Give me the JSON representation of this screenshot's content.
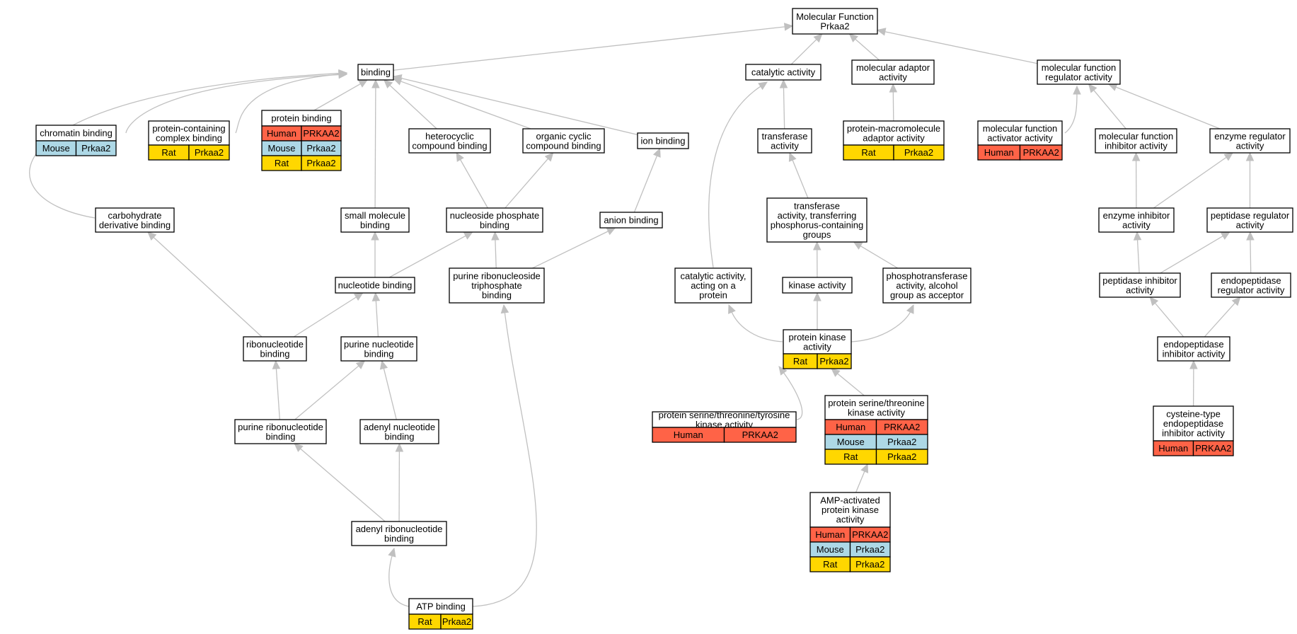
{
  "title": "Molecular Function Prkaa2",
  "species_colors": {
    "Human": "#ff6347",
    "Mouse": "#add8e6",
    "Rat": "#ffd700"
  },
  "nodes": {
    "root": {
      "lines": [
        "Molecular Function",
        "Prkaa2"
      ],
      "rows": []
    },
    "binding": {
      "lines": [
        "binding"
      ],
      "rows": []
    },
    "catalytic": {
      "lines": [
        "catalytic activity"
      ],
      "rows": []
    },
    "mol_adaptor": {
      "lines": [
        "molecular adaptor",
        "activity"
      ],
      "rows": []
    },
    "mf_regulator": {
      "lines": [
        "molecular function",
        "regulator activity"
      ],
      "rows": []
    },
    "chromatin": {
      "lines": [
        "chromatin binding"
      ],
      "rows": [
        [
          "Mouse",
          "Prkaa2"
        ]
      ]
    },
    "protein_containing": {
      "lines": [
        "protein-containing",
        "complex binding"
      ],
      "rows": [
        [
          "Rat",
          "Prkaa2"
        ]
      ]
    },
    "protein_binding": {
      "lines": [
        "protein binding"
      ],
      "rows": [
        [
          "Human",
          "PRKAA2"
        ],
        [
          "Mouse",
          "Prkaa2"
        ],
        [
          "Rat",
          "Prkaa2"
        ]
      ]
    },
    "heterocyclic": {
      "lines": [
        "heterocyclic",
        "compound binding"
      ],
      "rows": []
    },
    "organic_cyclic": {
      "lines": [
        "organic cyclic",
        "compound binding"
      ],
      "rows": []
    },
    "ion_binding": {
      "lines": [
        "ion binding"
      ],
      "rows": []
    },
    "transferase": {
      "lines": [
        "transferase",
        "activity"
      ],
      "rows": []
    },
    "prot_macro_adaptor": {
      "lines": [
        "protein-macromolecule",
        "adaptor activity"
      ],
      "rows": [
        [
          "Rat",
          "Prkaa2"
        ]
      ]
    },
    "mf_activator": {
      "lines": [
        "molecular function",
        "activator activity"
      ],
      "rows": [
        [
          "Human",
          "PRKAA2"
        ]
      ]
    },
    "mf_inhibitor": {
      "lines": [
        "molecular function",
        "inhibitor activity"
      ],
      "rows": []
    },
    "enzyme_regulator": {
      "lines": [
        "enzyme regulator",
        "activity"
      ],
      "rows": []
    },
    "carbohydrate": {
      "lines": [
        "carbohydrate",
        "derivative binding"
      ],
      "rows": []
    },
    "small_molecule": {
      "lines": [
        "small molecule",
        "binding"
      ],
      "rows": []
    },
    "nucleoside_phosphate": {
      "lines": [
        "nucleoside phosphate",
        "binding"
      ],
      "rows": []
    },
    "anion_binding": {
      "lines": [
        "anion binding"
      ],
      "rows": []
    },
    "transferase_phos": {
      "lines": [
        "transferase",
        "activity, transferring",
        "phosphorus-containing",
        "groups"
      ],
      "rows": []
    },
    "enzyme_inhibitor": {
      "lines": [
        "enzyme inhibitor",
        "activity"
      ],
      "rows": []
    },
    "peptidase_regulator": {
      "lines": [
        "peptidase regulator",
        "activity"
      ],
      "rows": []
    },
    "nucleotide_binding": {
      "lines": [
        "nucleotide binding"
      ],
      "rows": []
    },
    "purine_ribonucleoside_tp": {
      "lines": [
        "purine ribonucleoside",
        "triphosphate",
        "binding"
      ],
      "rows": []
    },
    "catalytic_protein": {
      "lines": [
        "catalytic activity,",
        "acting on a",
        "protein"
      ],
      "rows": []
    },
    "kinase": {
      "lines": [
        "kinase activity"
      ],
      "rows": []
    },
    "phosphotransferase": {
      "lines": [
        "phosphotransferase",
        "activity, alcohol",
        "group as acceptor"
      ],
      "rows": []
    },
    "peptidase_inhibitor": {
      "lines": [
        "peptidase inhibitor",
        "activity"
      ],
      "rows": []
    },
    "endopeptidase_regulator": {
      "lines": [
        "endopeptidase",
        "regulator activity"
      ],
      "rows": []
    },
    "ribonucleotide": {
      "lines": [
        "ribonucleotide",
        "binding"
      ],
      "rows": []
    },
    "purine_nucleotide": {
      "lines": [
        "purine nucleotide",
        "binding"
      ],
      "rows": []
    },
    "protein_kinase": {
      "lines": [
        "protein kinase",
        "activity"
      ],
      "rows": [
        [
          "Rat",
          "Prkaa2"
        ]
      ]
    },
    "endopeptidase_inhibitor": {
      "lines": [
        "endopeptidase",
        "inhibitor activity"
      ],
      "rows": []
    },
    "purine_ribonucleotide": {
      "lines": [
        "purine ribonucleotide",
        "binding"
      ],
      "rows": []
    },
    "adenyl_nucleotide": {
      "lines": [
        "adenyl nucleotide",
        "binding"
      ],
      "rows": []
    },
    "ser_thr_tyr": {
      "lines": [
        "protein serine/threonine/tyrosine",
        "kinase activity"
      ],
      "rows": [
        [
          "Human",
          "PRKAA2"
        ]
      ]
    },
    "ser_thr": {
      "lines": [
        "protein serine/threonine",
        "kinase activity"
      ],
      "rows": [
        [
          "Human",
          "PRKAA2"
        ],
        [
          "Mouse",
          "Prkaa2"
        ],
        [
          "Rat",
          "Prkaa2"
        ]
      ]
    },
    "cysteine_type": {
      "lines": [
        "cysteine-type",
        "endopeptidase",
        "inhibitor activity"
      ],
      "rows": [
        [
          "Human",
          "PRKAA2"
        ]
      ]
    },
    "ampk": {
      "lines": [
        "AMP-activated",
        "protein kinase",
        "activity"
      ],
      "rows": [
        [
          "Human",
          "PRKAA2"
        ],
        [
          "Mouse",
          "Prkaa2"
        ],
        [
          "Rat",
          "Prkaa2"
        ]
      ]
    },
    "adenyl_ribonucleotide": {
      "lines": [
        "adenyl ribonucleotide",
        "binding"
      ],
      "rows": []
    },
    "atp_binding": {
      "lines": [
        "ATP binding"
      ],
      "rows": [
        [
          "Rat",
          "Prkaa2"
        ]
      ]
    }
  },
  "edges": [
    [
      "binding",
      "root"
    ],
    [
      "catalytic",
      "root"
    ],
    [
      "mol_adaptor",
      "root"
    ],
    [
      "mf_regulator",
      "root"
    ],
    [
      "chromatin",
      "binding"
    ],
    [
      "protein_containing",
      "binding"
    ],
    [
      "protein_binding",
      "binding"
    ],
    [
      "heterocyclic",
      "binding"
    ],
    [
      "organic_cyclic",
      "binding"
    ],
    [
      "ion_binding",
      "binding"
    ],
    [
      "carbohydrate",
      "binding"
    ],
    [
      "small_molecule",
      "binding"
    ],
    [
      "transferase",
      "catalytic"
    ],
    [
      "catalytic_protein",
      "catalytic"
    ],
    [
      "prot_macro_adaptor",
      "mol_adaptor"
    ],
    [
      "mf_activator",
      "mf_regulator"
    ],
    [
      "mf_inhibitor",
      "mf_regulator"
    ],
    [
      "enzyme_regulator",
      "mf_regulator"
    ],
    [
      "nucleoside_phosphate",
      "heterocyclic"
    ],
    [
      "nucleoside_phosphate",
      "organic_cyclic"
    ],
    [
      "anion_binding",
      "ion_binding"
    ],
    [
      "transferase_phos",
      "transferase"
    ],
    [
      "enzyme_inhibitor",
      "mf_inhibitor"
    ],
    [
      "enzyme_inhibitor",
      "enzyme_regulator"
    ],
    [
      "peptidase_regulator",
      "enzyme_regulator"
    ],
    [
      "nucleotide_binding",
      "small_molecule"
    ],
    [
      "nucleotide_binding",
      "nucleoside_phosphate"
    ],
    [
      "purine_ribonucleoside_tp",
      "nucleoside_phosphate"
    ],
    [
      "purine_ribonucleoside_tp",
      "anion_binding"
    ],
    [
      "kinase",
      "transferase_phos"
    ],
    [
      "phosphotransferase",
      "transferase_phos"
    ],
    [
      "peptidase_inhibitor",
      "enzyme_inhibitor"
    ],
    [
      "peptidase_inhibitor",
      "peptidase_regulator"
    ],
    [
      "endopeptidase_regulator",
      "peptidase_regulator"
    ],
    [
      "ribonucleotide",
      "carbohydrate"
    ],
    [
      "ribonucleotide",
      "nucleotide_binding"
    ],
    [
      "purine_nucleotide",
      "nucleotide_binding"
    ],
    [
      "protein_kinase",
      "catalytic_protein"
    ],
    [
      "protein_kinase",
      "kinase"
    ],
    [
      "protein_kinase",
      "phosphotransferase"
    ],
    [
      "endopeptidase_inhibitor",
      "peptidase_inhibitor"
    ],
    [
      "endopeptidase_inhibitor",
      "endopeptidase_regulator"
    ],
    [
      "purine_ribonucleotide",
      "ribonucleotide"
    ],
    [
      "purine_ribonucleotide",
      "purine_nucleotide"
    ],
    [
      "adenyl_nucleotide",
      "purine_nucleotide"
    ],
    [
      "ser_thr_tyr",
      "protein_kinase"
    ],
    [
      "ser_thr",
      "protein_kinase"
    ],
    [
      "cysteine_type",
      "endopeptidase_inhibitor"
    ],
    [
      "ampk",
      "ser_thr"
    ],
    [
      "adenyl_ribonucleotide",
      "purine_ribonucleotide"
    ],
    [
      "adenyl_ribonucleotide",
      "adenyl_nucleotide"
    ],
    [
      "atp_binding",
      "adenyl_ribonucleotide"
    ],
    [
      "atp_binding",
      "purine_ribonucleoside_tp"
    ]
  ]
}
